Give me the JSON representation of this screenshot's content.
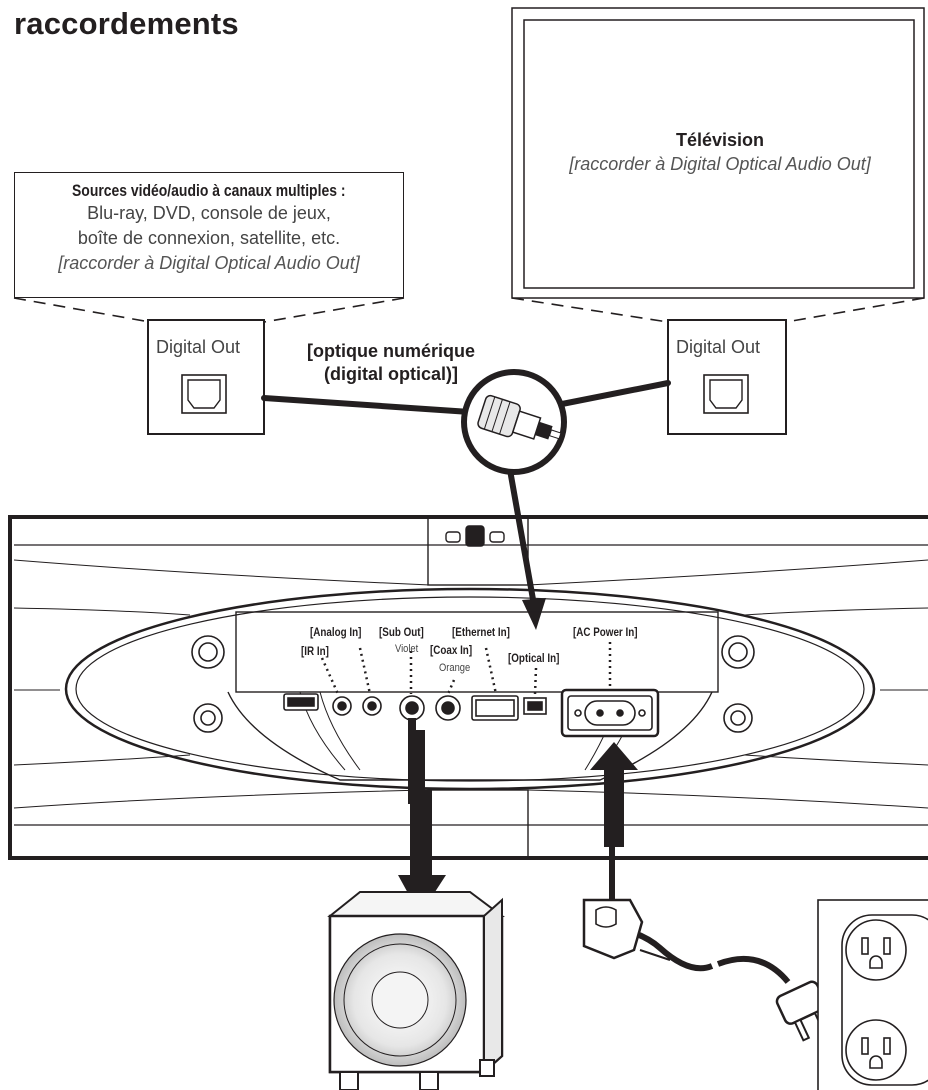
{
  "page": {
    "title": "raccordements"
  },
  "source_box": {
    "title": "Sources vidéo/audio à canaux multiples :",
    "line1": "Blu-ray, DVD, console de jeux,",
    "line2": "boîte de connexion, satellite, etc.",
    "note": "[raccorder à Digital Optical Audio Out]"
  },
  "tv": {
    "title": "Télévision",
    "note": "[raccorder à Digital Optical Audio Out]"
  },
  "digital_out_left": "Digital Out",
  "digital_out_right": "Digital Out",
  "optical_cable": {
    "line1": "[optique numérique",
    "line2": "(digital optical)]"
  },
  "ports": {
    "analog_in": "[Analog In]",
    "sub_out": "[Sub Out]",
    "ethernet_in": "[Ethernet In]",
    "ac_power_in": "[AC Power In]",
    "ir_in": "[IR In]",
    "violet": "Violet",
    "coax_in": "[Coax In]",
    "orange": "Orange",
    "optical_in": "[Optical In]"
  }
}
